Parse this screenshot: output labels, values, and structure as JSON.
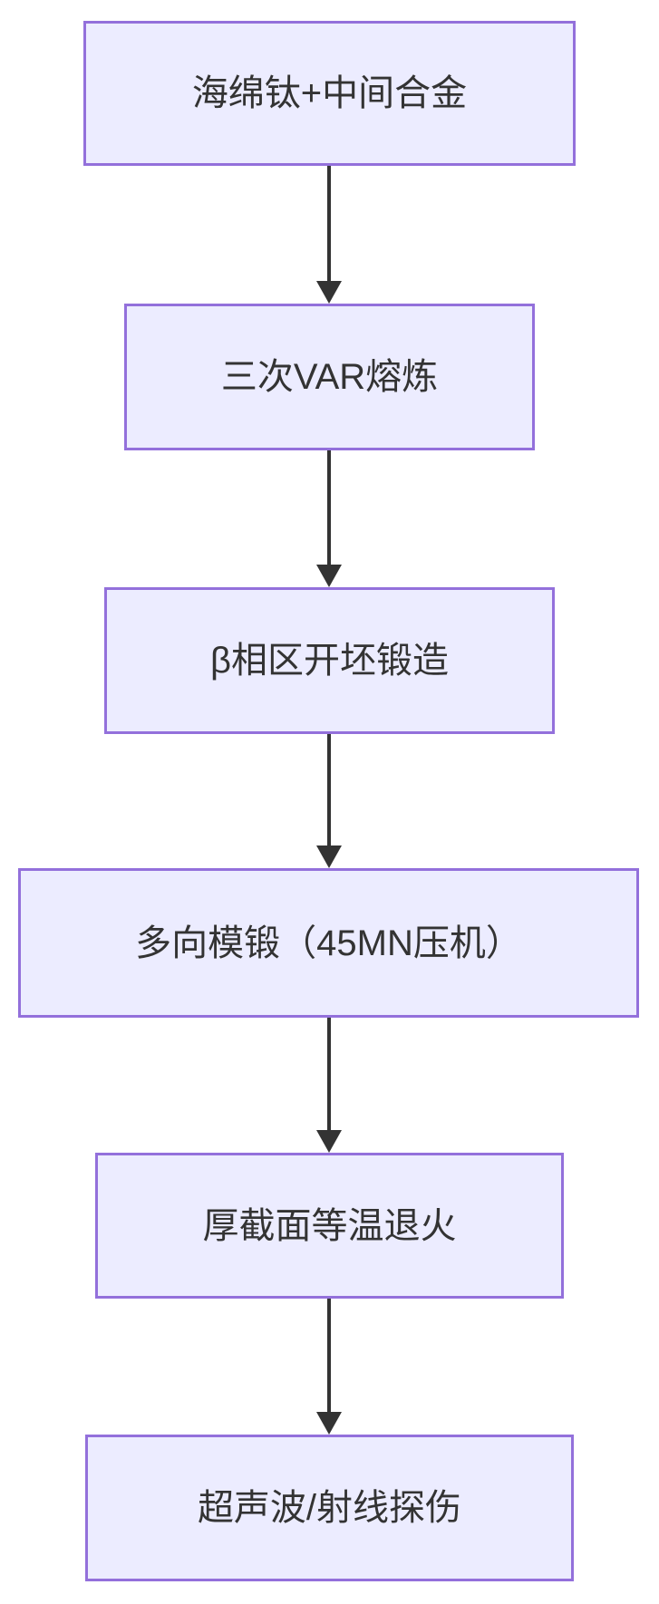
{
  "diagram": {
    "type": "flowchart",
    "direction": "top-down",
    "nodes": [
      {
        "id": "n1",
        "label": "海绵钛+中间合金"
      },
      {
        "id": "n2",
        "label": "三次VAR熔炼"
      },
      {
        "id": "n3",
        "label": "β相区开坯锻造"
      },
      {
        "id": "n4",
        "label": "多向模锻（45MN压机）"
      },
      {
        "id": "n5",
        "label": "厚截面等温退火"
      },
      {
        "id": "n6",
        "label": "超声波/射线探伤"
      }
    ],
    "edges": [
      {
        "from": "n1",
        "to": "n2"
      },
      {
        "from": "n2",
        "to": "n3"
      },
      {
        "from": "n3",
        "to": "n4"
      },
      {
        "from": "n4",
        "to": "n5"
      },
      {
        "from": "n5",
        "to": "n6"
      }
    ],
    "colors": {
      "node_fill": "#ECECFF",
      "node_border": "#9370DB",
      "arrow": "#333333",
      "text": "#333333",
      "background": "#FFFFFF"
    }
  }
}
